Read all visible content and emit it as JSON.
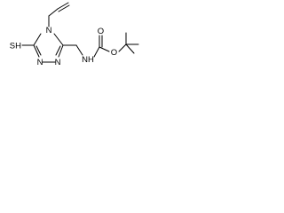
{
  "structure": {
    "atom_labels": {
      "thiol": "SH",
      "ring_n1": "N",
      "ring_n2": "N",
      "ring_n4": "N",
      "carbamate_nh": "NH",
      "carbonyl_o": "O",
      "ester_o": "O"
    },
    "colors": {
      "bond": "#000000",
      "text": "#000000",
      "background": "#ffffff"
    }
  }
}
